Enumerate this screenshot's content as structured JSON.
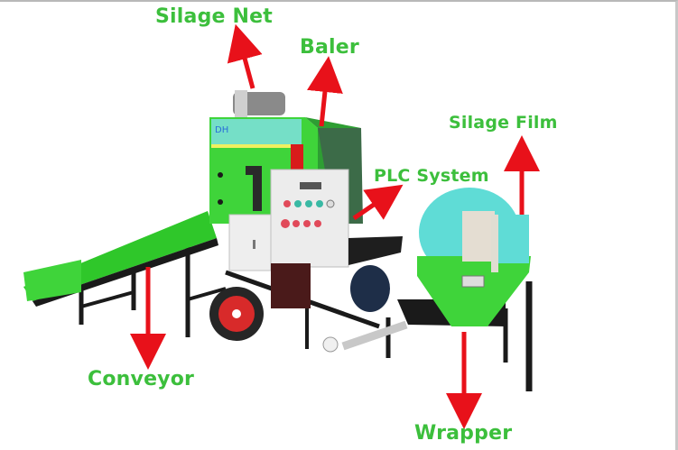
{
  "diagram": {
    "subject": "Silage baler and wrapper machine",
    "label_color": "#3cbf3c",
    "arrow_color": "#e8111a",
    "machine_color": "#3fd43a",
    "film_color": "#5fdcd6",
    "labels": [
      {
        "id": "silage-net",
        "text": "Silage Net",
        "arrow": "up"
      },
      {
        "id": "baler",
        "text": "Baler",
        "arrow": "up"
      },
      {
        "id": "silage-film",
        "text": "Silage Film",
        "arrow": "up"
      },
      {
        "id": "plc-system",
        "text": "PLC System",
        "arrow": "up-right"
      },
      {
        "id": "conveyor",
        "text": "Conveyor",
        "arrow": "down"
      },
      {
        "id": "wrapper",
        "text": "Wrapper",
        "arrow": "down"
      }
    ],
    "machine_sign_text": "DH"
  }
}
